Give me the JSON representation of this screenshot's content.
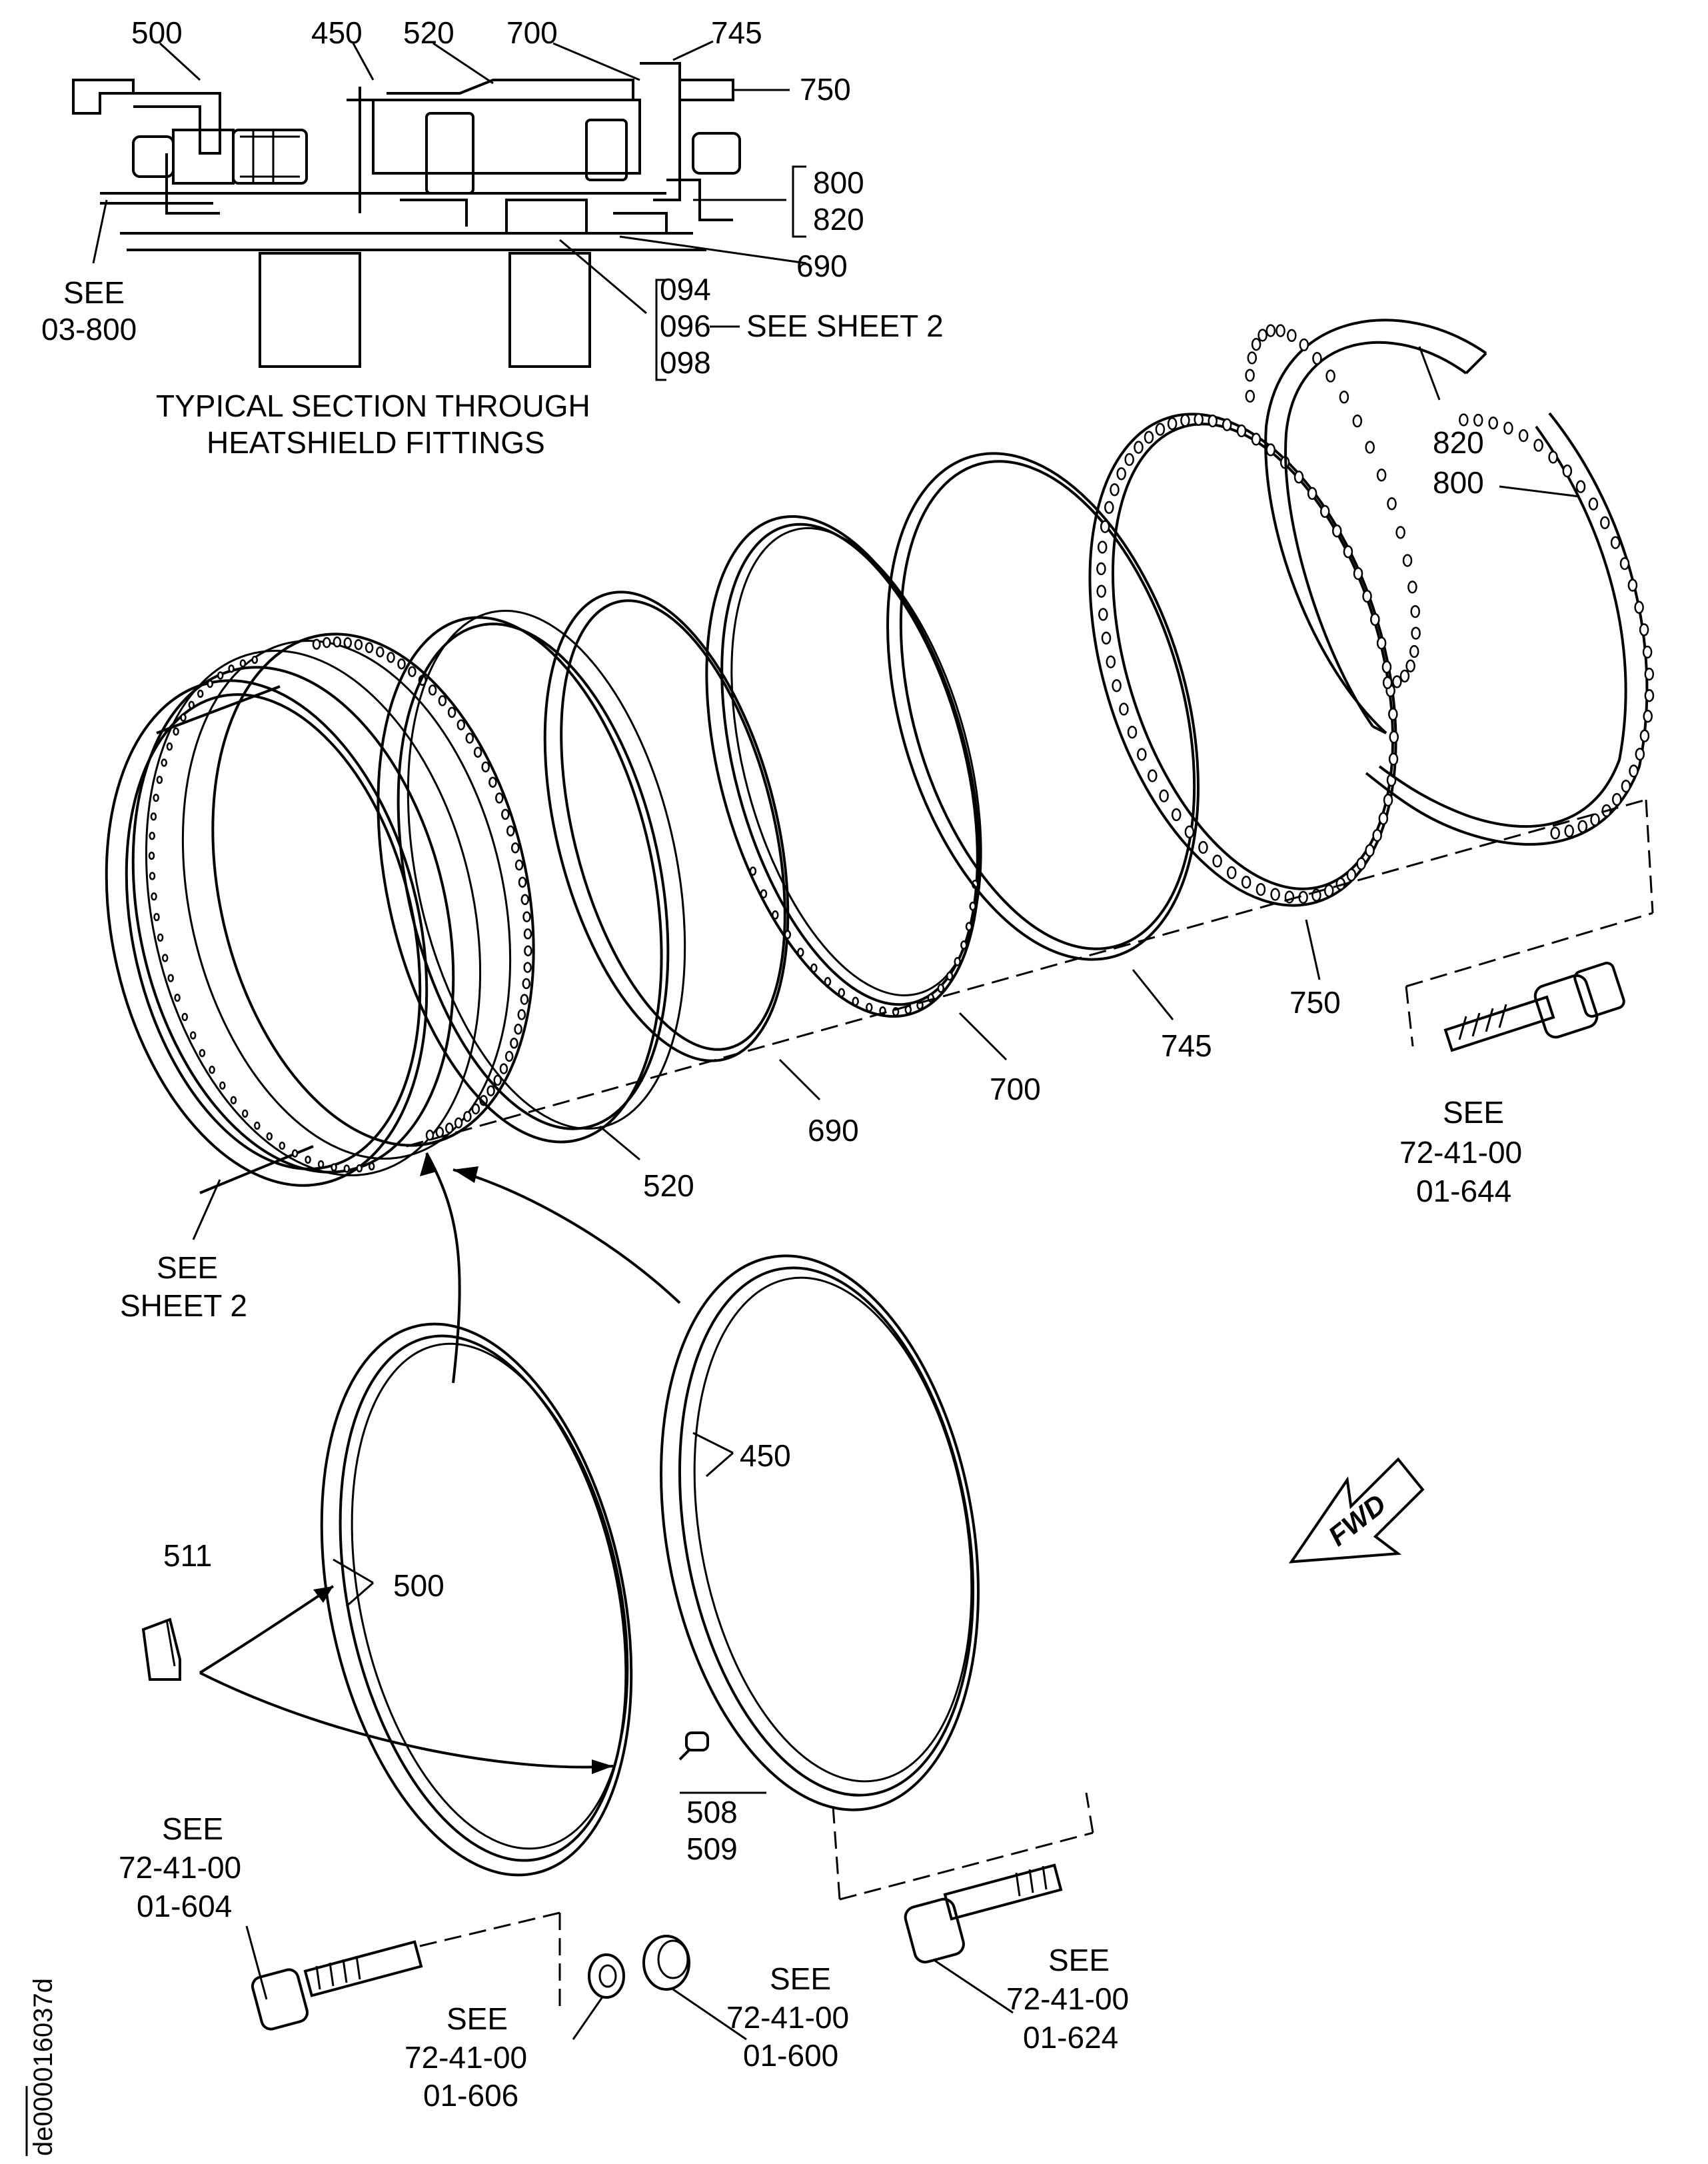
{
  "section": {
    "title_lines": [
      "TYPICAL SECTION THROUGH",
      "HEATSHIELD FITTINGS"
    ],
    "callouts": {
      "c500": "500",
      "c450": "450",
      "c520": "520",
      "c700": "700",
      "c745": "745",
      "c750": "750",
      "c800": "800",
      "c820": "820",
      "c690": "690",
      "c094": "094",
      "c096": "096",
      "c098": "098",
      "see_sheet2": "SEE SHEET 2",
      "see_left_1": "SEE",
      "see_left_2": "03-800"
    }
  },
  "main": {
    "items": {
      "i820": "820",
      "i800": "800",
      "i750": "750",
      "i745": "745",
      "i700": "700",
      "i690": "690",
      "i520": "520",
      "i450": "450",
      "i500": "500",
      "i511": "511",
      "i508": "508",
      "i509": "509"
    },
    "refs": {
      "sheet2_1": "SEE",
      "sheet2_2": "SHEET 2",
      "r644_1": "SEE",
      "r644_2": "72-41-00",
      "r644_3": "01-644",
      "r604_1": "SEE",
      "r604_2": "72-41-00",
      "r604_3": "01-604",
      "r606_1": "SEE",
      "r606_2": "72-41-00",
      "r606_3": "01-606",
      "r600_1": "SEE",
      "r600_2": "72-41-00",
      "r600_3": "01-600",
      "r624_1": "SEE",
      "r624_2": "72-41-00",
      "r624_3": "01-624"
    },
    "fwd_label": "FWD"
  },
  "figure_id": "de000016037d"
}
